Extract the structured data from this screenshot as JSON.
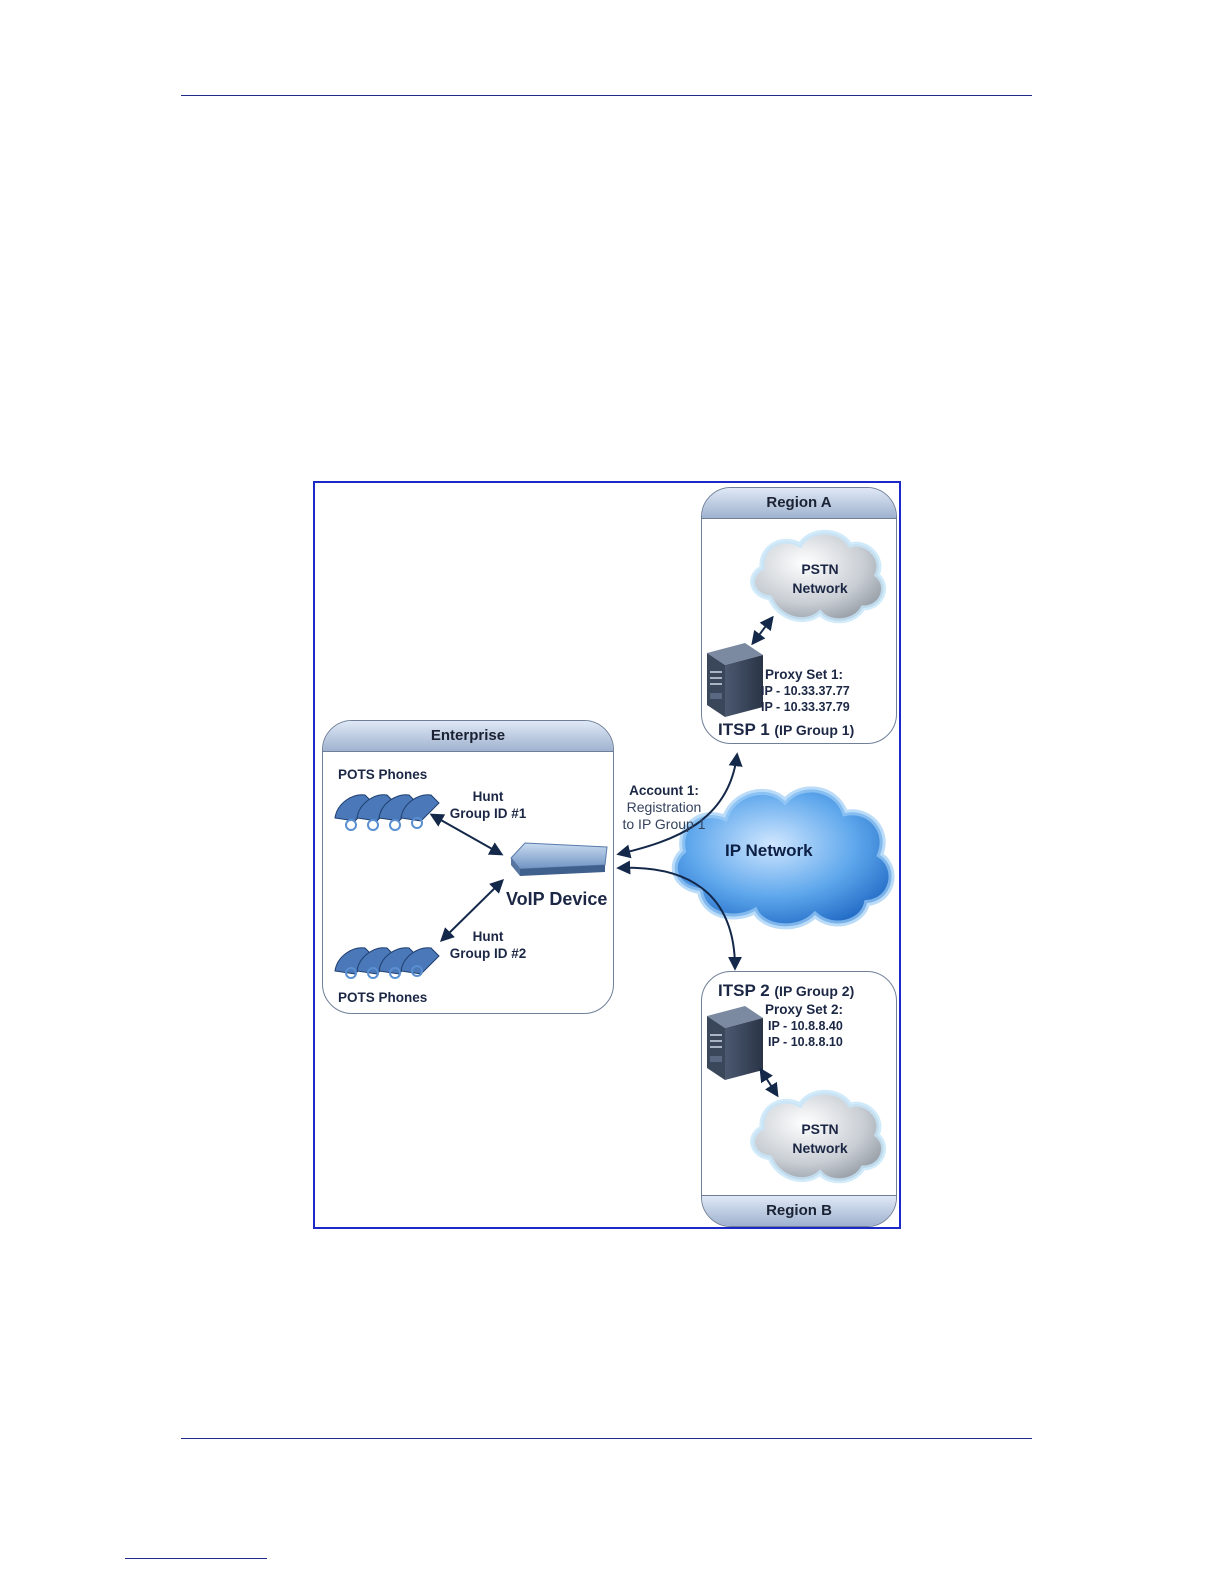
{
  "enterprise": {
    "title": "Enterprise",
    "pots_top": "POTS Phones",
    "pots_bottom": "POTS Phones",
    "hunt1_line1": "Hunt",
    "hunt1_line2": "Group ID #1",
    "hunt2_line1": "Hunt",
    "hunt2_line2": "Group ID #2",
    "device": "VoIP Device"
  },
  "region_a": {
    "title": "Region A",
    "pstn_line1": "PSTN",
    "pstn_line2": "Network",
    "proxy_title": "Proxy Set 1:",
    "proxy_ip1": "IP - 10.33.37.77",
    "proxy_ip2": "IP - 10.33.37.79",
    "itsp_name": "ITSP 1",
    "itsp_group": "(IP Group 1)"
  },
  "region_b": {
    "title": "Region B",
    "pstn_line1": "PSTN",
    "pstn_line2": "Network",
    "proxy_title": "Proxy Set 2:",
    "proxy_ip1": "IP - 10.8.8.40",
    "proxy_ip2": "IP - 10.8.8.10",
    "itsp_name": "ITSP 2",
    "itsp_group": "(IP Group 2)"
  },
  "ip_network": "IP Network",
  "account": {
    "line1": "Account 1:",
    "line2": "Registration",
    "line3": "to IP Group 1"
  },
  "colors": {
    "frame": "#1d28c9",
    "rule": "#1f2a8a",
    "arrow": "#14284a",
    "ip_cloud": "#2f7fd6",
    "pstn_cloud": "#a9b0b8"
  }
}
